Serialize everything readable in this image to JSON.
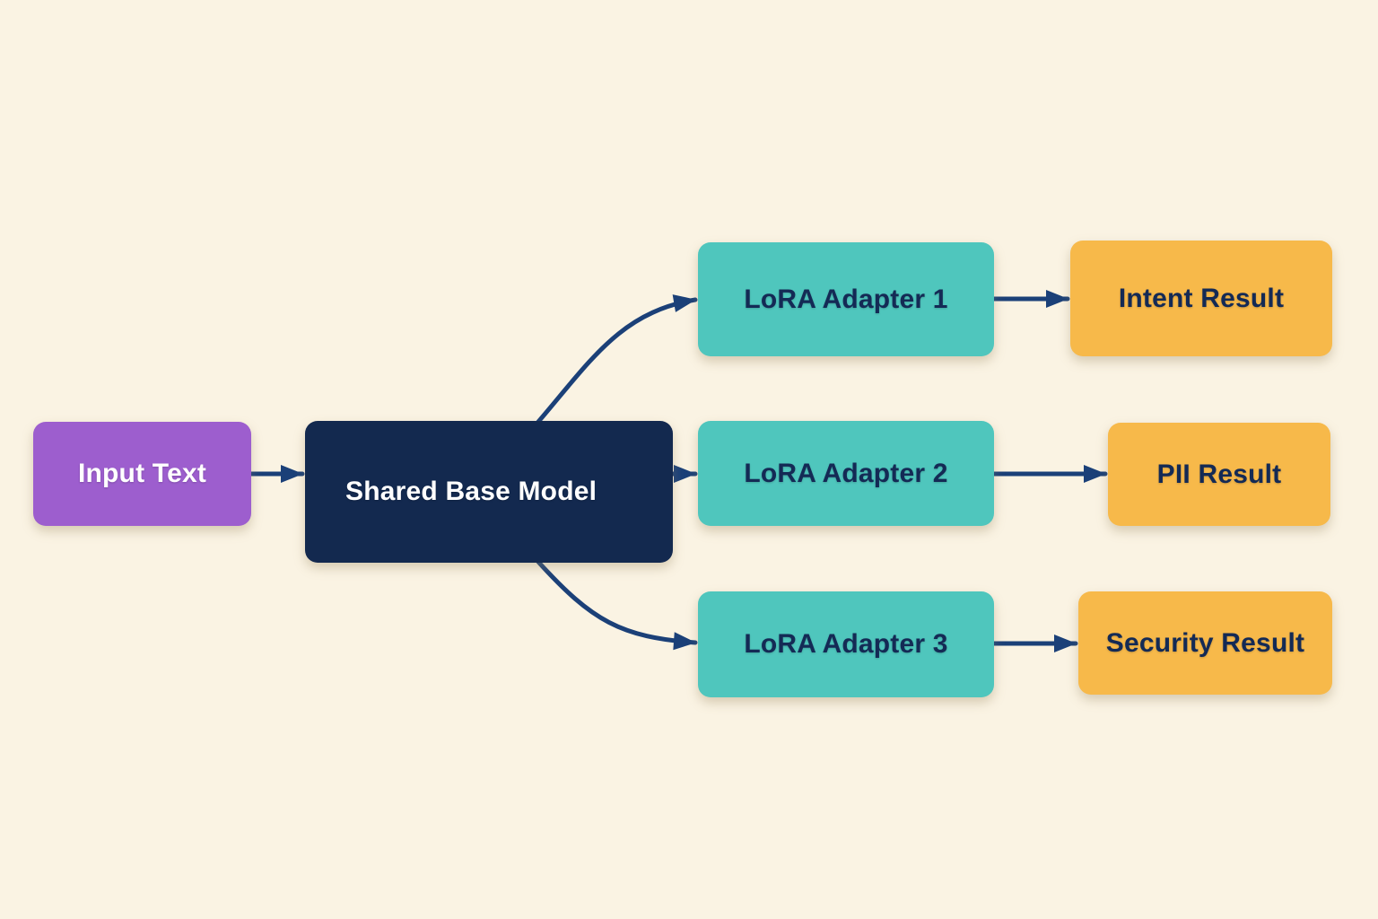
{
  "colors": {
    "background": "#FAF3E3",
    "arrow": "#1B4078",
    "node_purple": "#9D5ECE",
    "node_navy": "#13294F",
    "node_teal": "#4FC6BD",
    "node_yellow": "#F7B94A",
    "text_light": "#FFFFFF",
    "text_dark": "#142A55"
  },
  "nodes": {
    "input_text": {
      "label": "Input Text"
    },
    "shared_base_model": {
      "label": "Shared Base Model"
    },
    "lora_adapter_1": {
      "label": "LoRA Adapter 1"
    },
    "lora_adapter_2": {
      "label": "LoRA Adapter 2"
    },
    "lora_adapter_3": {
      "label": "LoRA Adapter 3"
    },
    "intent_result": {
      "label": "Intent Result"
    },
    "pii_result": {
      "label": "PII Result"
    },
    "security_result": {
      "label": "Security Result"
    }
  },
  "edges": [
    {
      "from": "Input Text",
      "to": "Shared Base Model"
    },
    {
      "from": "Shared Base Model",
      "to": "LoRA Adapter 1"
    },
    {
      "from": "Shared Base Model",
      "to": "LoRA Adapter 2"
    },
    {
      "from": "Shared Base Model",
      "to": "LoRA Adapter 3"
    },
    {
      "from": "LoRA Adapter 1",
      "to": "Intent Result"
    },
    {
      "from": "LoRA Adapter 2",
      "to": "PII Result"
    },
    {
      "from": "LoRA Adapter 3",
      "to": "Security Result"
    }
  ]
}
